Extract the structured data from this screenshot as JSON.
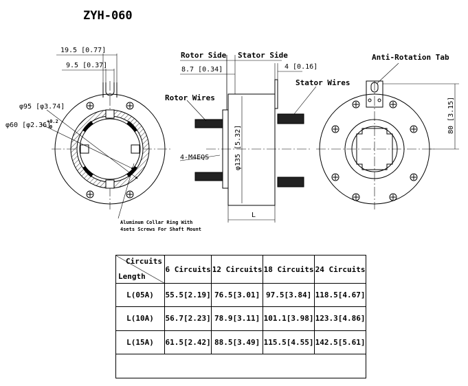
{
  "title": "ZYH-060",
  "front_view": {
    "dim_outer_slot": "19.5 [0.77]",
    "dim_inner_slot": "9.5 [0.37]",
    "dim_outer_dia": "φ95 [φ3.74]",
    "dim_bore": "φ60 [φ2.36]",
    "dim_bore_tol_upper": "+0.2",
    "dim_bore_tol_lower": "0",
    "collar_note_line1": "Aluminum Collar Ring With",
    "collar_note_line2": "4sets Screws For Shaft Mount"
  },
  "side_view": {
    "rotor_side": "Rotor Side",
    "stator_side": "Stator Side",
    "dim_rotor_flange": "8.7 [0.34]",
    "dim_stator_tab": "4 [0.16]",
    "rotor_wires": "Rotor Wires",
    "stator_wires": "Stator Wires",
    "dim_body_dia": "φ135 [5.32]",
    "holes": "4-M4EQS",
    "length": "L"
  },
  "rear_view": {
    "anti_rotation_tab": "Anti-Rotation Tab",
    "dim_height": "80 [3.15]"
  },
  "table": {
    "corner_top": "Circuits",
    "corner_bottom": "Length",
    "columns": [
      "6 Circuits",
      "12 Circuits",
      "18 Circuits",
      "24 Circuits"
    ],
    "rows": [
      {
        "label": "L(05A)",
        "values": [
          "55.5[2.19]",
          "76.5[3.01]",
          "97.5[3.84]",
          "118.5[4.67]"
        ]
      },
      {
        "label": "L(10A)",
        "values": [
          "56.7[2.23]",
          "78.9[3.11]",
          "101.1[3.98]",
          "123.3[4.86]"
        ]
      },
      {
        "label": "L(15A)",
        "values": [
          "61.5[2.42]",
          "88.5[3.49]",
          "115.5[4.55]",
          "142.5[5.61]"
        ]
      }
    ]
  }
}
